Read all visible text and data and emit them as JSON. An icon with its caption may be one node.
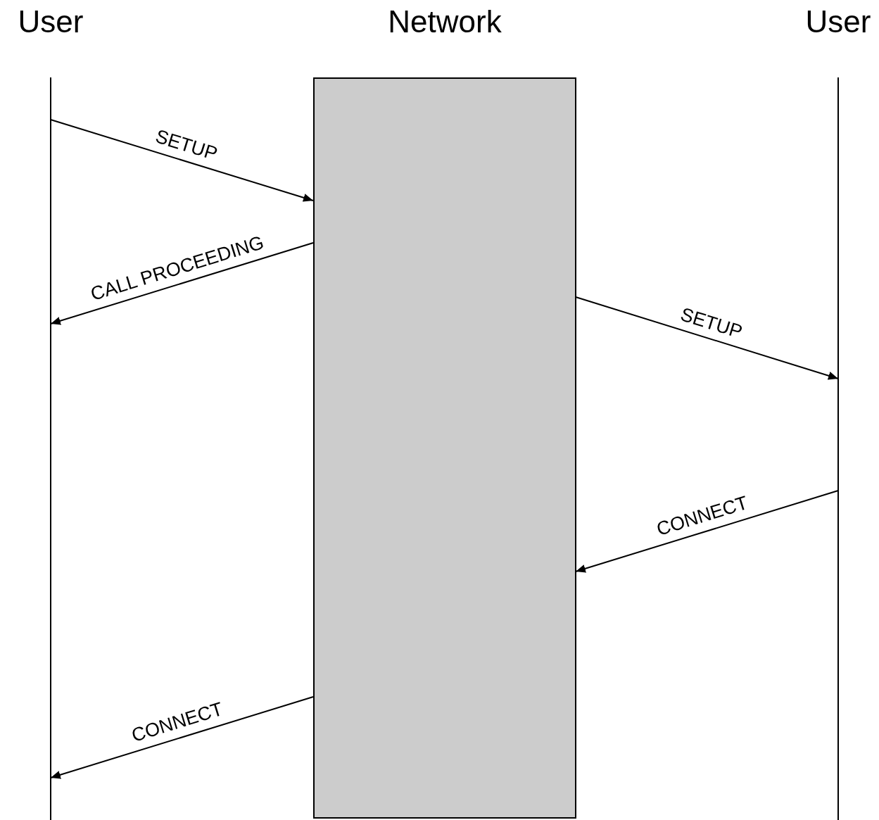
{
  "diagram": {
    "nodes": [
      {
        "text": [
          "User"
        ]
      },
      {
        "text": [
          "Network"
        ]
      },
      {
        "text": [
          "User"
        ]
      }
    ],
    "edges": [
      {
        "from": 0,
        "to": 1,
        "arrow": "to",
        "label": "SETUP"
      },
      {
        "from": 1,
        "to": 0,
        "arrow": "to",
        "label": "CALL PROCEEDING"
      },
      {
        "from": 1,
        "to": 2,
        "arrow": "to",
        "label": "SETUP"
      },
      {
        "from": 2,
        "to": 1,
        "arrow": "to",
        "label": "CONNECT"
      },
      {
        "from": 1,
        "to": 0,
        "arrow": "to",
        "label": "CONNECT"
      }
    ]
  }
}
